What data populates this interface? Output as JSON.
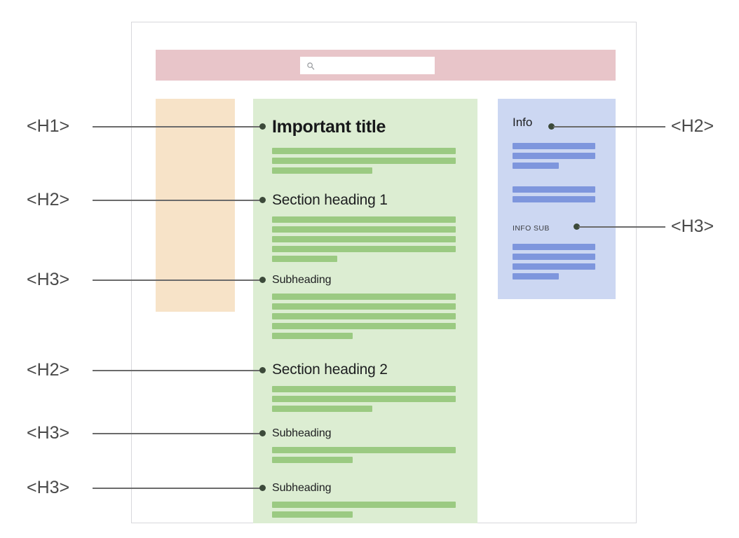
{
  "diagram": {
    "title": "HTML heading hierarchy on a web page layout",
    "colors": {
      "frame_border": "#d8d8dc",
      "search_band": "#e8c5c9",
      "left_nav": "#f7e3c8",
      "main_column": "#dcedd2",
      "main_bar": "#9bca82",
      "info_column": "#ccd7f2",
      "info_bar": "#7e96dd",
      "annotation_line": "#6b6b6b",
      "annotation_dot": "#3c4a3a",
      "annotation_text": "#4a4a4a",
      "heading_text": "#1d1e20"
    }
  },
  "search": {
    "placeholder": "",
    "value": "",
    "icon": "search-icon"
  },
  "main": {
    "headings": [
      {
        "id": "h1-important-title",
        "level": "H1",
        "text": "Important title"
      },
      {
        "id": "h2-section-heading-1",
        "level": "H2",
        "text": "Section heading 1"
      },
      {
        "id": "h3-subheading-1",
        "level": "H3",
        "text": "Subheading"
      },
      {
        "id": "h2-section-heading-2",
        "level": "H2",
        "text": "Section heading 2"
      },
      {
        "id": "h3-subheading-2",
        "level": "H3",
        "text": "Subheading"
      },
      {
        "id": "h3-subheading-3",
        "level": "H3",
        "text": "Subheading"
      }
    ],
    "paragraphs": [
      {
        "after": "h1-important-title",
        "line_widths": [
          262,
          262,
          143
        ]
      },
      {
        "after": "h2-section-heading-1",
        "line_widths": [
          262,
          262,
          262,
          262,
          93
        ]
      },
      {
        "after": "h3-subheading-1",
        "line_widths": [
          262,
          262,
          262,
          262,
          115
        ]
      },
      {
        "after": "h2-section-heading-2",
        "line_widths": [
          262,
          262,
          143
        ]
      },
      {
        "after": "h3-subheading-2",
        "line_widths": [
          262,
          115
        ]
      },
      {
        "after": "h3-subheading-3",
        "line_widths": [
          262,
          115
        ]
      }
    ]
  },
  "info": {
    "headings": [
      {
        "id": "info-h2",
        "level": "H2",
        "text": "Info"
      },
      {
        "id": "info-h3",
        "level": "H3",
        "text": "INFO SUB"
      }
    ],
    "paragraphs": [
      {
        "after": "info-h2",
        "line_widths": [
          118,
          118,
          66
        ]
      },
      {
        "after": "info-h2b",
        "line_widths": [
          118,
          118
        ]
      },
      {
        "after": "info-h3",
        "line_widths": [
          118,
          118,
          118,
          66
        ]
      }
    ]
  },
  "annotations": {
    "left": [
      {
        "label": "<H1>",
        "target": "h1-important-title"
      },
      {
        "label": "<H2>",
        "target": "h2-section-heading-1"
      },
      {
        "label": "<H3>",
        "target": "h3-subheading-1"
      },
      {
        "label": "<H2>",
        "target": "h2-section-heading-2"
      },
      {
        "label": "<H3>",
        "target": "h3-subheading-2"
      },
      {
        "label": "<H3>",
        "target": "h3-subheading-3"
      }
    ],
    "right": [
      {
        "label": "<H2>",
        "target": "info-h2"
      },
      {
        "label": "<H3>",
        "target": "info-h3"
      }
    ]
  }
}
